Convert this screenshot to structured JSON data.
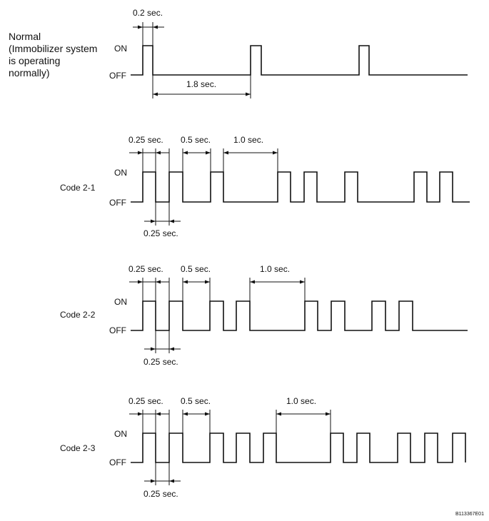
{
  "diagrams": [
    {
      "id": "normal",
      "label_lines": [
        "Normal",
        "(Immobilizer system",
        "is operating",
        "normally)"
      ],
      "on_label": "ON",
      "off_label": "OFF",
      "above_dimensions": [
        {
          "text": "0.2 sec."
        }
      ],
      "below_dimensions": [
        {
          "text": "1.8 sec."
        }
      ]
    },
    {
      "id": "code-2-1",
      "label": "Code 2-1",
      "on_label": "ON",
      "off_label": "OFF",
      "above_dimensions": [
        {
          "text": "0.25 sec."
        },
        {
          "text": "0.5 sec."
        },
        {
          "text": "1.0 sec."
        }
      ],
      "below_dimensions": [
        {
          "text": "0.25 sec."
        }
      ]
    },
    {
      "id": "code-2-2",
      "label": "Code 2-2",
      "on_label": "ON",
      "off_label": "OFF",
      "above_dimensions": [
        {
          "text": "0.25 sec."
        },
        {
          "text": "0.5 sec."
        },
        {
          "text": "1.0 sec."
        }
      ],
      "below_dimensions": [
        {
          "text": "0.25 sec."
        }
      ]
    },
    {
      "id": "code-2-3",
      "label": "Code 2-3",
      "on_label": "ON",
      "off_label": "OFF",
      "above_dimensions": [
        {
          "text": "0.25 sec."
        },
        {
          "text": "0.5 sec."
        },
        {
          "text": "1.0 sec."
        }
      ],
      "below_dimensions": [
        {
          "text": "0.25 sec."
        }
      ]
    }
  ],
  "figure_id": "B113367E01"
}
